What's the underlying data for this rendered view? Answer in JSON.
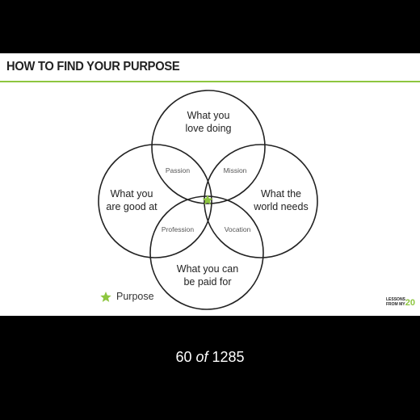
{
  "slide": {
    "title": "HOW TO FIND YOUR PURPOSE",
    "circles": {
      "top": [
        "What you",
        "love doing"
      ],
      "left": [
        "What you",
        "are good at"
      ],
      "right": [
        "What the",
        "world needs"
      ],
      "bottom": [
        "What you can",
        "be paid for"
      ]
    },
    "overlaps": {
      "passion": "Passion",
      "mission": "Mission",
      "profession": "Profession",
      "vocation": "Vocation"
    },
    "legend": {
      "label": "Purpose",
      "icon": "star-icon"
    },
    "logo": {
      "line1": "LESSONS",
      "line2": "FROM MY",
      "number": "20"
    }
  },
  "colors": {
    "accent": "#8dc63f",
    "background": "#000000",
    "slide": "#ffffff"
  },
  "pager": {
    "current": "60",
    "of": "of",
    "total": "1285"
  }
}
